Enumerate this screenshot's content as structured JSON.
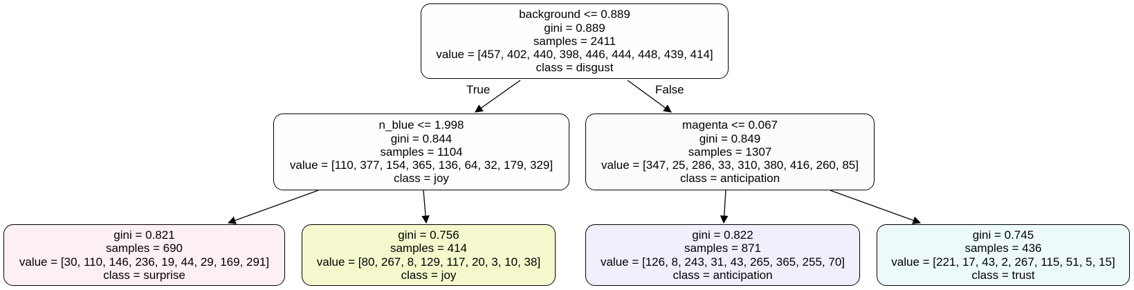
{
  "tree": {
    "edge_labels": {
      "true": "True",
      "false": "False"
    },
    "nodes": [
      {
        "id": "root",
        "split": "background <= 0.889",
        "gini": "gini = 0.889",
        "samples": "samples = 2411",
        "value": "value = [457, 402, 440, 398, 446, 444, 448, 439, 414]",
        "class": "class = disgust",
        "fill": "#fefefe"
      },
      {
        "id": "left",
        "split": "n_blue <= 1.998",
        "gini": "gini = 0.844",
        "samples": "samples = 1104",
        "value": "value = [110, 377, 154, 365, 136, 64, 32, 179, 329]",
        "class": "class = joy",
        "fill": "#fefefc"
      },
      {
        "id": "right",
        "split": "magenta <= 0.067",
        "gini": "gini = 0.849",
        "samples": "samples = 1307",
        "value": "value = [347, 25, 286, 33, 310, 380, 416, 260, 85]",
        "class": "class = anticipation",
        "fill": "#fbfbfe"
      },
      {
        "id": "left-left",
        "gini": "gini = 0.821",
        "samples": "samples = 690",
        "value": "value = [30, 110, 146, 236, 19, 44, 29, 169, 291]",
        "class": "class = surprise",
        "fill": "#fdf0f3"
      },
      {
        "id": "left-right",
        "gini": "gini = 0.756",
        "samples": "samples = 414",
        "value": "value = [80, 267, 8, 129, 117, 20, 3, 10, 38]",
        "class": "class = joy",
        "fill": "#f4f8cc"
      },
      {
        "id": "right-left",
        "gini": "gini = 0.822",
        "samples": "samples = 871",
        "value": "value = [126, 8, 243, 31, 43, 265, 365, 255, 70]",
        "class": "class = anticipation",
        "fill": "#f3eefc"
      },
      {
        "id": "right-right",
        "gini": "gini = 0.745",
        "samples": "samples = 436",
        "value": "value = [221, 17, 43, 2, 267, 115, 51, 5, 15]",
        "class": "class = trust",
        "fill": "#edfafc"
      }
    ]
  }
}
